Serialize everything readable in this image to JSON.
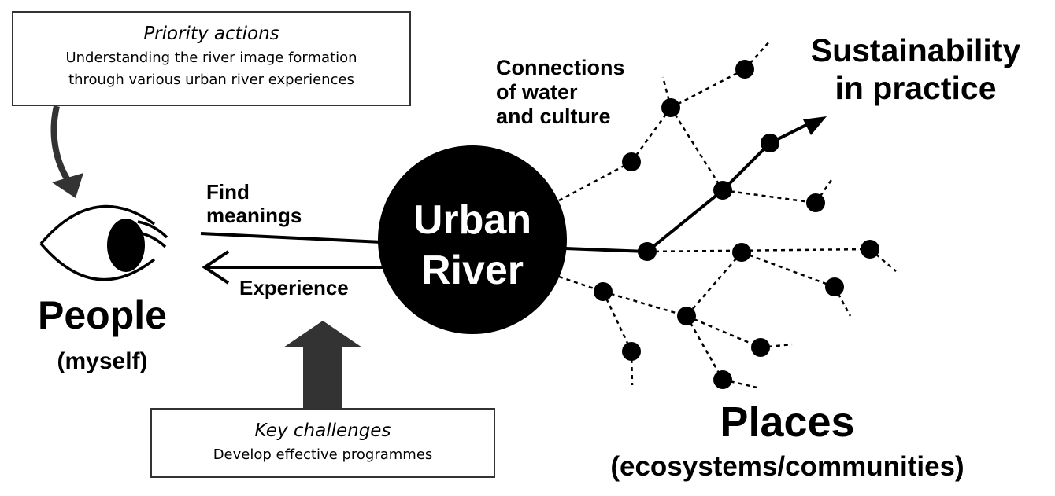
{
  "priority_box": {
    "title": "Priority actions",
    "line1": "Understanding the river image formation",
    "line2": "through various urban river experiences"
  },
  "challenges_box": {
    "title": "Key challenges",
    "body": "Develop effective programmes"
  },
  "people": {
    "title": "People",
    "subtitle": "(myself)",
    "icon": "eye-icon"
  },
  "flows": {
    "find_line1": "Find",
    "find_line2": "meanings",
    "experience": "Experience"
  },
  "river": {
    "line1": "Urban",
    "line2": "River"
  },
  "connections": {
    "line1": "Connections",
    "line2": "of water",
    "line3": "and culture"
  },
  "sustainability": {
    "line1": "Sustainability",
    "line2": "in practice"
  },
  "places": {
    "title": "Places",
    "subtitle": "(ecosystems/communities)"
  }
}
